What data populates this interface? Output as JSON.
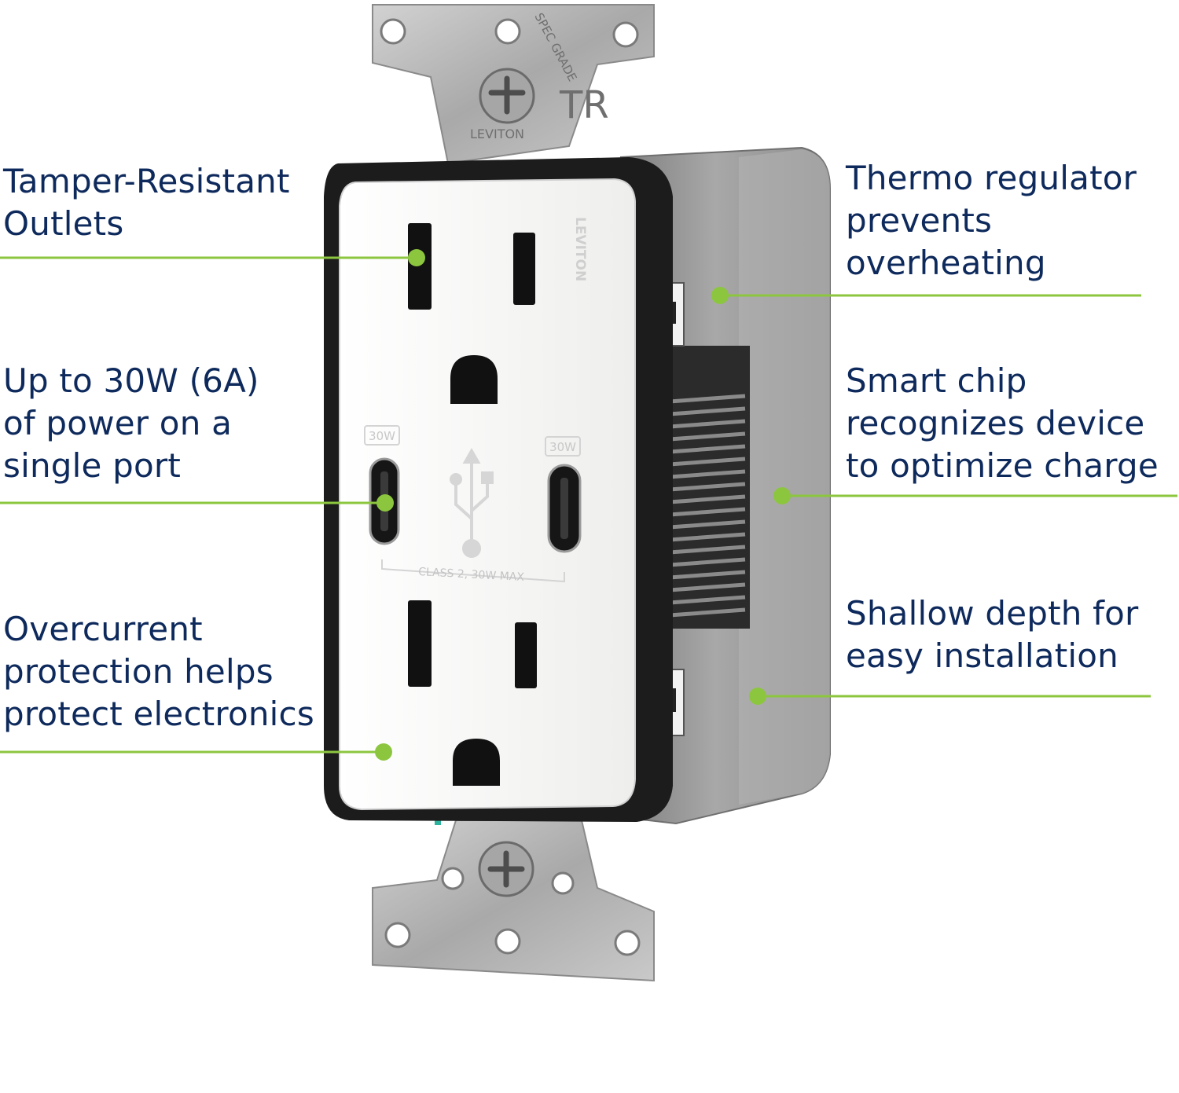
{
  "colors": {
    "callout_text": "#0e2a5c",
    "leader_line": "#8cc63f",
    "outlet_face": "#f7f7f5",
    "housing": "#9b9b9b",
    "strap_metal": "#b9b9b9",
    "slot": "#111111"
  },
  "callouts": {
    "tamper_resistant": {
      "lines": [
        "Tamper-Resistant",
        "Outlets"
      ]
    },
    "usb_power": {
      "lines": [
        "Up to 30W (6A)",
        "of power on a",
        "single port"
      ]
    },
    "overcurrent": {
      "lines": [
        "Overcurrent",
        "protection helps",
        "protect electronics"
      ]
    },
    "thermo": {
      "lines": [
        "Thermo regulator",
        "prevents",
        "overheating"
      ]
    },
    "smart_chip": {
      "lines": [
        "Smart chip",
        "recognizes device",
        "to optimize charge"
      ]
    },
    "shallow_depth": {
      "lines": [
        "Shallow depth for",
        "easy installation"
      ]
    }
  },
  "device": {
    "brand_mark": "LEVITON",
    "strap_brand": "LEVITON",
    "strap_grade": "SPEC GRADE",
    "tr_mark": "TR",
    "usb_left_rating": "30W",
    "usb_right_rating": "30W",
    "usb_class_label": "CLASS 2, 30W MAX",
    "usb_symbol_icon": "usb-trident-icon"
  }
}
